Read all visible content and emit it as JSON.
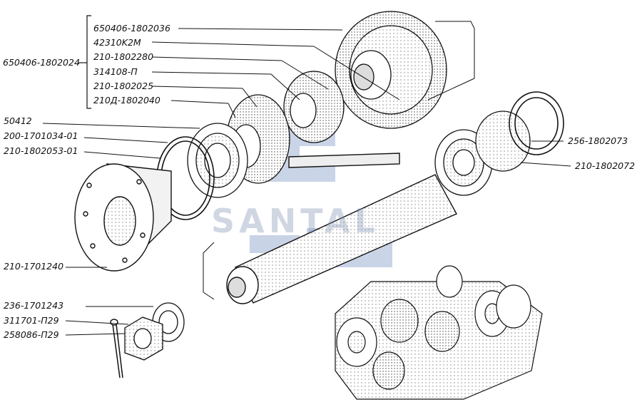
{
  "watermark": "SANTAL",
  "labels": {
    "l1": "650406-1802036",
    "l2": "42310K2M",
    "l3": "210-1802280",
    "l4": "314108-П",
    "l5": "210-1802025",
    "l6": "210Д-1802040",
    "l7": "650406-1802024",
    "l8": "50412",
    "l9": "200-1701034-01",
    "l10": "210-1802053-01",
    "l11": "256-1802073",
    "l12": "210-1802072",
    "l13": "210-1701240",
    "l14": "236-1701243",
    "l15": "311701-П29",
    "l16": "258086-П29"
  },
  "colors": {
    "ink": "#1a1a1a",
    "watermark": "#3f63a8"
  }
}
